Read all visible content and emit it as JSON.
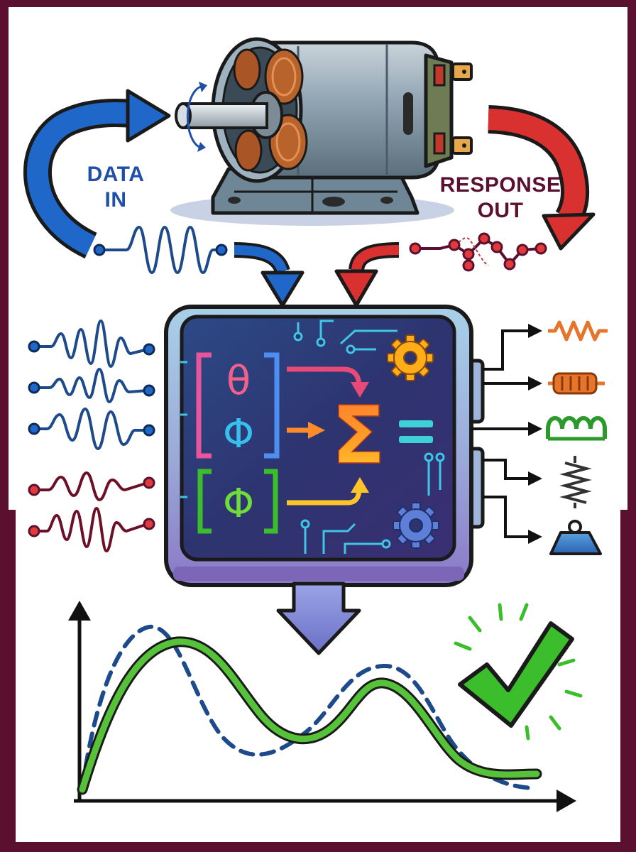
{
  "labels": {
    "data_in": [
      "DATA",
      "IN"
    ],
    "response_out": [
      "RESPONSE",
      "OUT"
    ]
  },
  "matrix_symbols": [
    "θ",
    "Φ",
    "Φ"
  ],
  "operator_symbols": [
    "Σ",
    "="
  ],
  "components": [
    "resistor-icon",
    "capacitor-icon",
    "inductor-icon",
    "spring-icon",
    "mass-weight-icon"
  ],
  "colors": {
    "frame": "#5c1030",
    "data_in": "#1f67c8",
    "response_out": "#d93030",
    "fit_curve": "#55c23a",
    "measured_curve": "#1c4a8a",
    "check": "#3bbd2c",
    "panel": "#2c3b78",
    "funnel": "#7f86d6"
  }
}
